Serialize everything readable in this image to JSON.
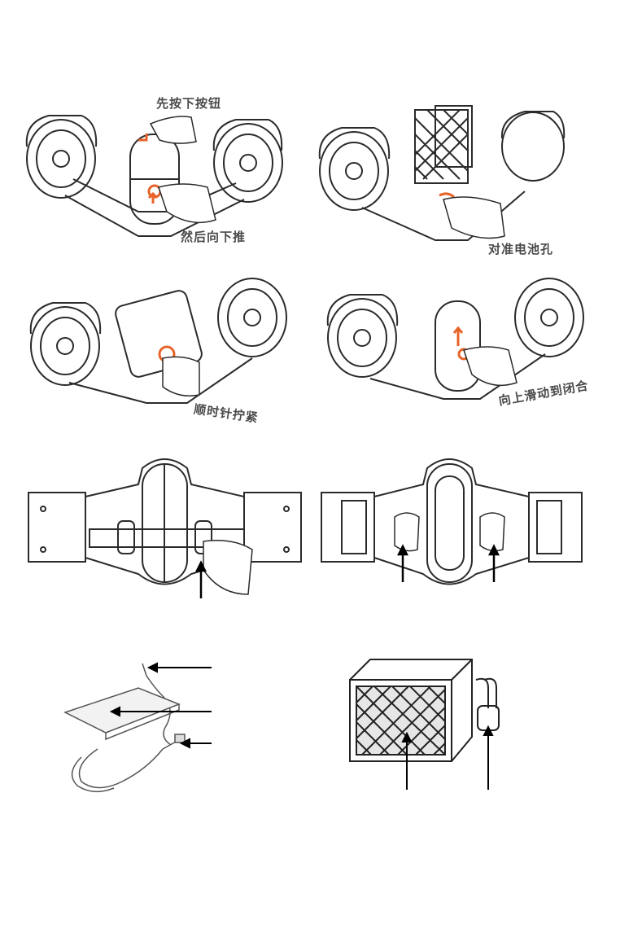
{
  "labels": {
    "press_button": "先按下按钮",
    "push_down": "然后向下推",
    "align_hole": "对准电池孔",
    "clockwise_tighten": "顺时针拧紧",
    "slide_up_close": "向上滑动到闭合"
  },
  "footer": {
    "left": "",
    "right": ""
  },
  "colors": {
    "accent": "#e8632a",
    "line": "#2b2b2b",
    "label": "#4a4a4a"
  }
}
